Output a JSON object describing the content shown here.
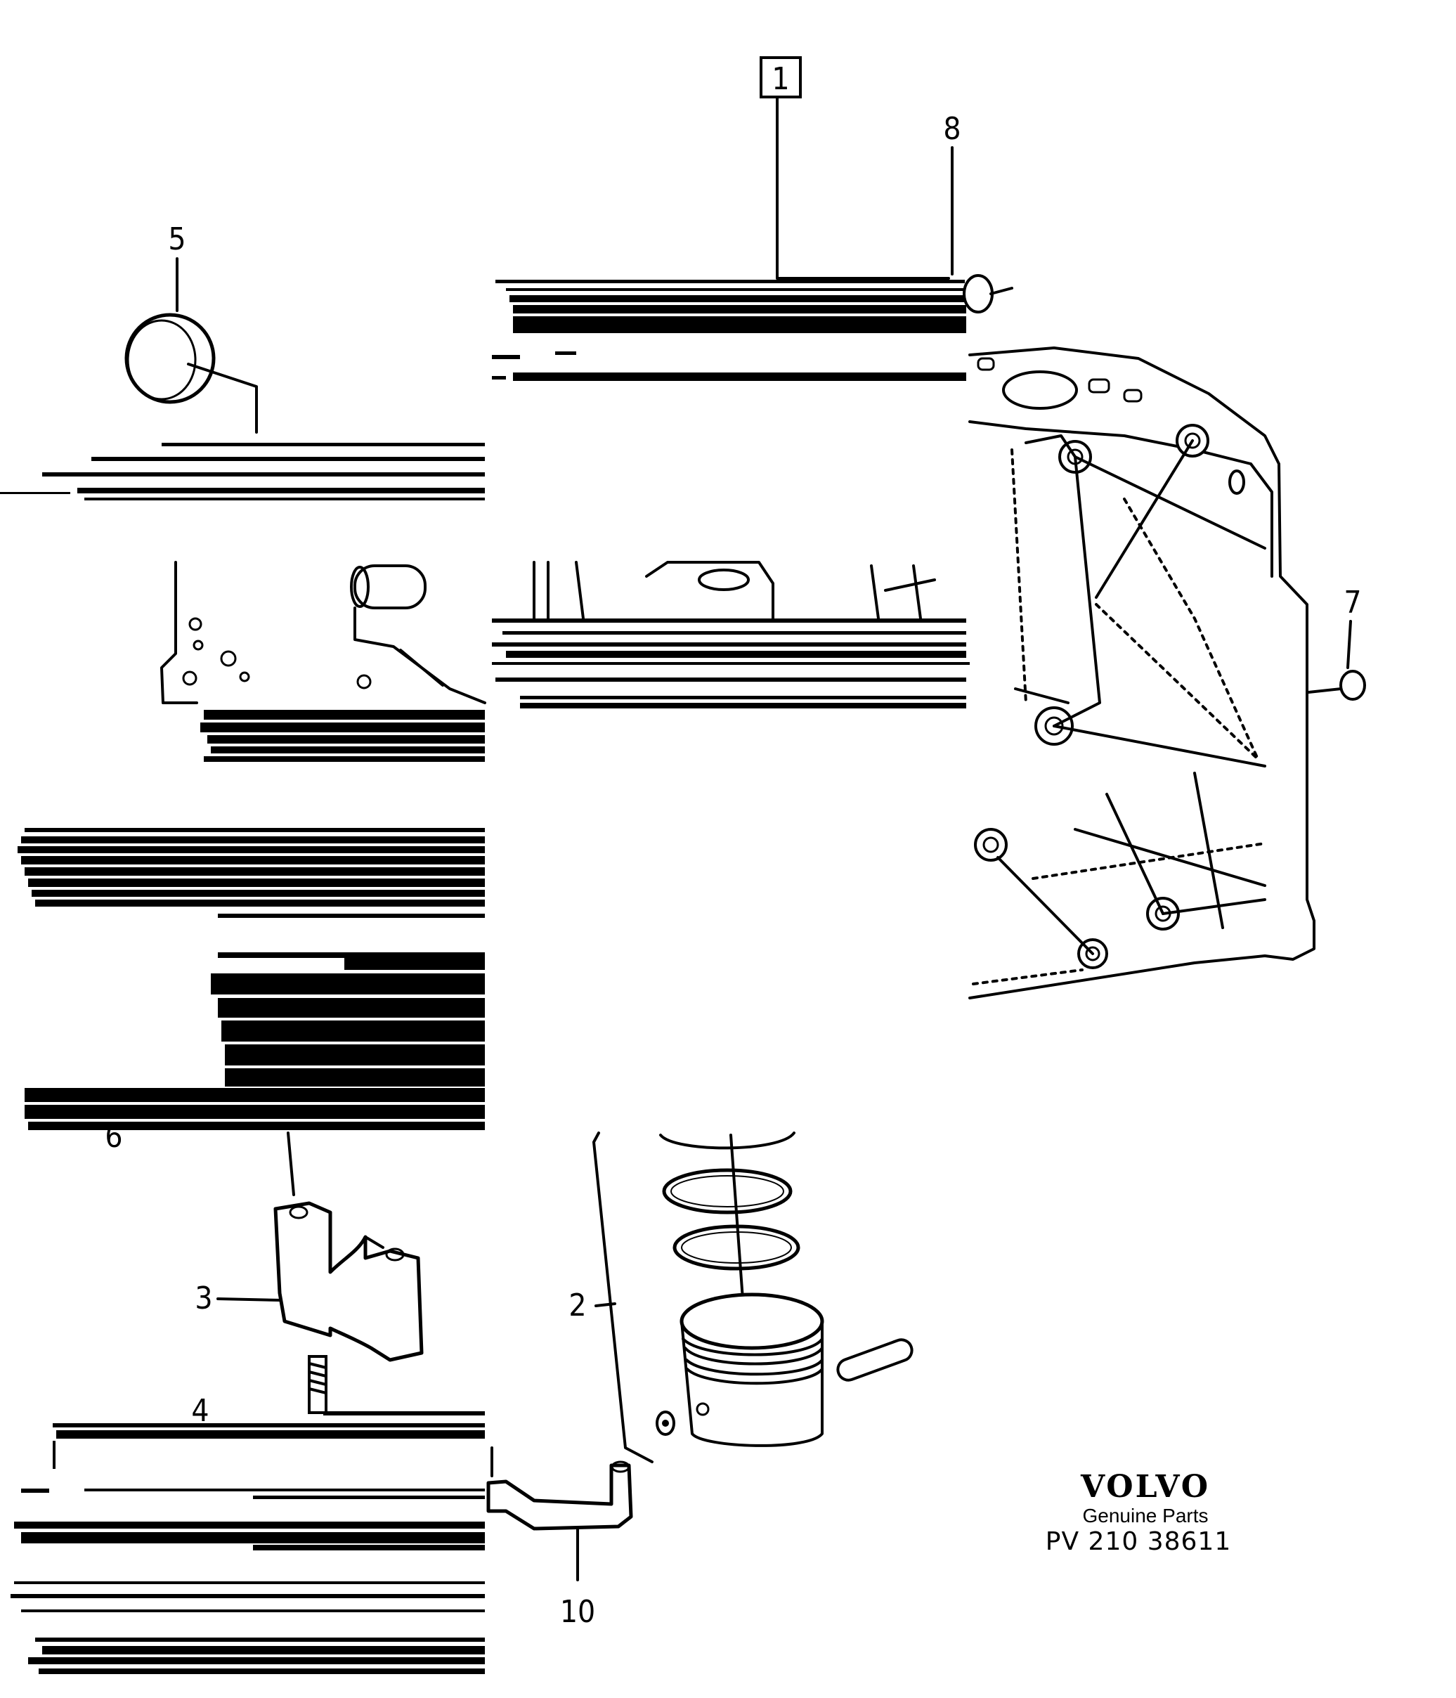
{
  "callouts": {
    "c1": "1",
    "c2": "2",
    "c3": "3",
    "c4": "4",
    "c5": "5",
    "c6": "6",
    "c7": "7",
    "c8": "8",
    "c10": "10"
  },
  "brand": {
    "logo_text": "VOLVO",
    "subtitle": "Genuine Parts",
    "code": "PV 210 38611"
  },
  "colors": {
    "ink": "#000000",
    "paper": "#ffffff"
  }
}
